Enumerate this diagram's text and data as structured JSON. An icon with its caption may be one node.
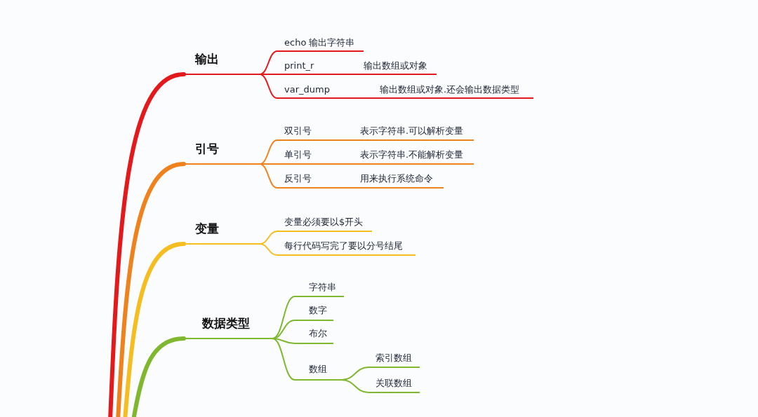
{
  "diagram": {
    "nodes": [
      {
        "text": [
          "输出"
        ]
      },
      {
        "text": [
          "echo 输出字符串"
        ]
      },
      {
        "text": [
          "print_r"
        ]
      },
      {
        "text": [
          "输出数组或对象"
        ]
      },
      {
        "text": [
          "var_dump"
        ]
      },
      {
        "text": [
          "输出数组或对象.还会输出数据类型"
        ]
      },
      {
        "text": [
          "引号"
        ]
      },
      {
        "text": [
          "双引号"
        ]
      },
      {
        "text": [
          "表示字符串.可以解析变量"
        ]
      },
      {
        "text": [
          "单引号"
        ]
      },
      {
        "text": [
          "表示字符串.不能解析变量"
        ]
      },
      {
        "text": [
          "反引号"
        ]
      },
      {
        "text": [
          "用来执行系统命令"
        ]
      },
      {
        "text": [
          "变量"
        ]
      },
      {
        "text": [
          "变量必须要以$开头"
        ]
      },
      {
        "text": [
          "每行代码写完了要以分号结尾"
        ]
      },
      {
        "text": [
          "数据类型"
        ]
      },
      {
        "text": [
          "字符串"
        ]
      },
      {
        "text": [
          "数字"
        ]
      },
      {
        "text": [
          "布尔"
        ]
      },
      {
        "text": [
          "数组"
        ]
      },
      {
        "text": [
          "索引数组"
        ]
      },
      {
        "text": [
          "关联数组"
        ]
      }
    ],
    "edges": [
      {
        "from": null,
        "to": 0,
        "arrow": "none",
        "style": "thick",
        "color": "#e3191c"
      },
      {
        "from": 0,
        "to": 1,
        "arrow": "none",
        "color": "#e3191c"
      },
      {
        "from": 0,
        "to": 2,
        "arrow": "none",
        "color": "#e3191c"
      },
      {
        "from": 2,
        "to": 3,
        "arrow": "none",
        "color": "#e3191c"
      },
      {
        "from": 0,
        "to": 4,
        "arrow": "none",
        "color": "#e3191c"
      },
      {
        "from": 4,
        "to": 5,
        "arrow": "none",
        "color": "#e3191c"
      },
      {
        "from": null,
        "to": 6,
        "arrow": "none",
        "style": "thick",
        "color": "#f0821e"
      },
      {
        "from": 6,
        "to": 7,
        "arrow": "none",
        "color": "#f0821e"
      },
      {
        "from": 7,
        "to": 8,
        "arrow": "none",
        "color": "#f0821e"
      },
      {
        "from": 6,
        "to": 9,
        "arrow": "none",
        "color": "#f0821e"
      },
      {
        "from": 9,
        "to": 10,
        "arrow": "none",
        "color": "#f0821e"
      },
      {
        "from": 6,
        "to": 11,
        "arrow": "none",
        "color": "#f0821e"
      },
      {
        "from": 11,
        "to": 12,
        "arrow": "none",
        "color": "#f0821e"
      },
      {
        "from": null,
        "to": 13,
        "arrow": "none",
        "style": "thick",
        "color": "#f5bd1f"
      },
      {
        "from": 13,
        "to": 14,
        "arrow": "none",
        "color": "#f5bd1f"
      },
      {
        "from": 13,
        "to": 15,
        "arrow": "none",
        "color": "#f5bd1f"
      },
      {
        "from": null,
        "to": 16,
        "arrow": "none",
        "style": "thick",
        "color": "#7fb72f"
      },
      {
        "from": 16,
        "to": 17,
        "arrow": "none",
        "color": "#7fb72f"
      },
      {
        "from": 16,
        "to": 18,
        "arrow": "none",
        "color": "#7fb72f"
      },
      {
        "from": 16,
        "to": 19,
        "arrow": "none",
        "color": "#7fb72f"
      },
      {
        "from": 16,
        "to": 20,
        "arrow": "none",
        "color": "#7fb72f"
      },
      {
        "from": 20,
        "to": 21,
        "arrow": "none",
        "color": "#7fb72f"
      },
      {
        "from": 20,
        "to": 22,
        "arrow": "none",
        "color": "#7fb72f"
      }
    ]
  }
}
